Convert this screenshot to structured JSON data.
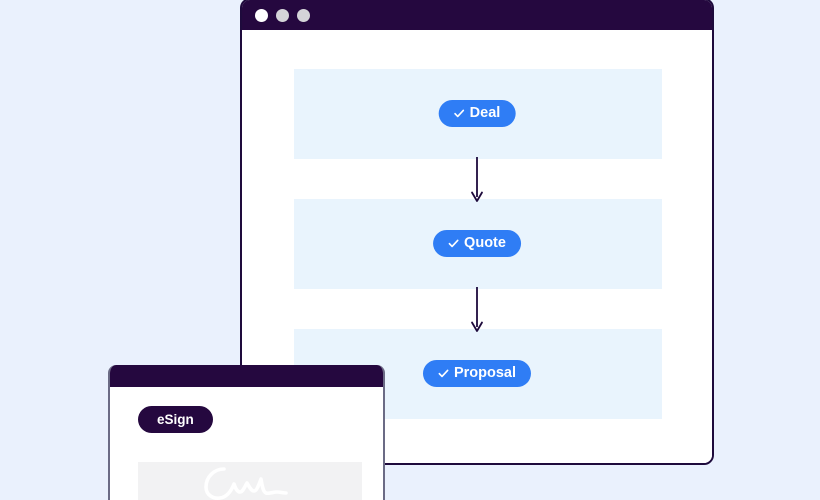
{
  "page": {
    "background_color": "#eaf1fd"
  },
  "main_window": {
    "name": "deal-flow-window",
    "titlebar": {
      "color": "#25083f",
      "dots": [
        {
          "name": "close-dot",
          "color": "#ffffff"
        },
        {
          "name": "minimize-dot",
          "color": "#d4d4d8"
        },
        {
          "name": "maximize-dot",
          "color": "#d4d4d8"
        }
      ]
    },
    "accent_color": "#2f7df5",
    "band_color": "#e9f4fd",
    "arrow_color": "#1e0a3c",
    "stages": [
      {
        "label": "Deal",
        "icon": "check-icon",
        "checked": true
      },
      {
        "label": "Quote",
        "icon": "check-icon",
        "checked": true
      },
      {
        "label": "Proposal",
        "icon": "check-icon",
        "checked": true
      }
    ],
    "connectors": [
      {
        "name": "arrow-deal-to-quote",
        "direction": "down"
      },
      {
        "name": "arrow-quote-to-proposal",
        "direction": "down"
      }
    ]
  },
  "esign_window": {
    "name": "esign-window",
    "titlebar": {
      "color": "#25083f"
    },
    "badge": {
      "label": "eSign",
      "background_color": "#25083f",
      "text_color": "#ffffff"
    },
    "signature": {
      "name": "signature-field",
      "background_color": "#f2f2f3",
      "stroke_color": "#ffffff"
    }
  }
}
